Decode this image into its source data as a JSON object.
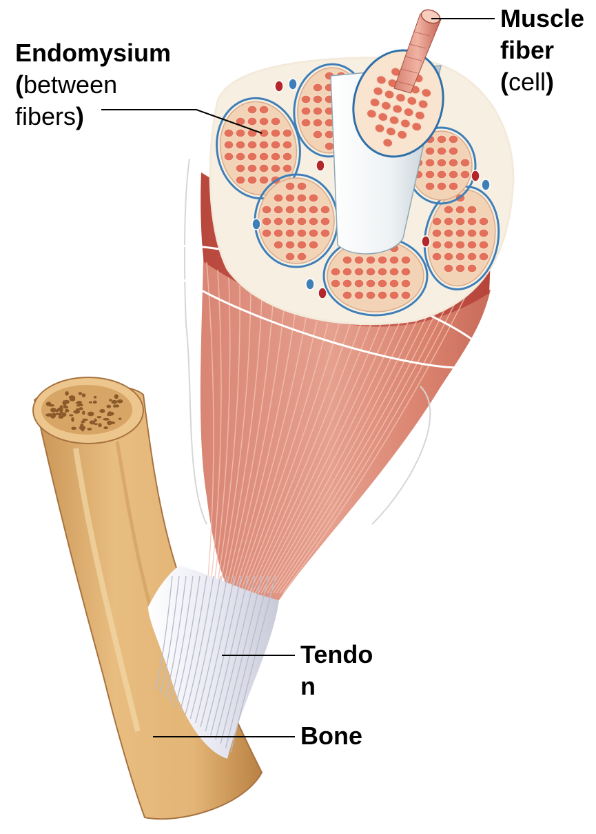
{
  "labels": {
    "endomysium": {
      "line1": "Endomysium",
      "open_paren": "(",
      "word1": "between",
      "word2": "fibers",
      "close_paren": ")"
    },
    "muscle_fiber": {
      "line1": "Muscle",
      "line2": "fiber",
      "open_paren": "(",
      "word": "cell",
      "close_paren": ")"
    },
    "tendon": {
      "line1": "Tendo",
      "line2": "n"
    },
    "bone": {
      "text": "Bone"
    }
  },
  "colors": {
    "muscle": "#c9584c",
    "muscle_light": "#e7a593",
    "fascicle_fill": "#f3d3b6",
    "fiber_cell": "#e2705a",
    "endomysium_blue": "#3f7fb8",
    "perimysium_white": "#f7f3ec",
    "tendon": "#ecedf4",
    "bone": "#e3b576",
    "bone_dark": "#c99555",
    "marrow": "#8a5a2b",
    "vessel_red": "#b3262a"
  }
}
